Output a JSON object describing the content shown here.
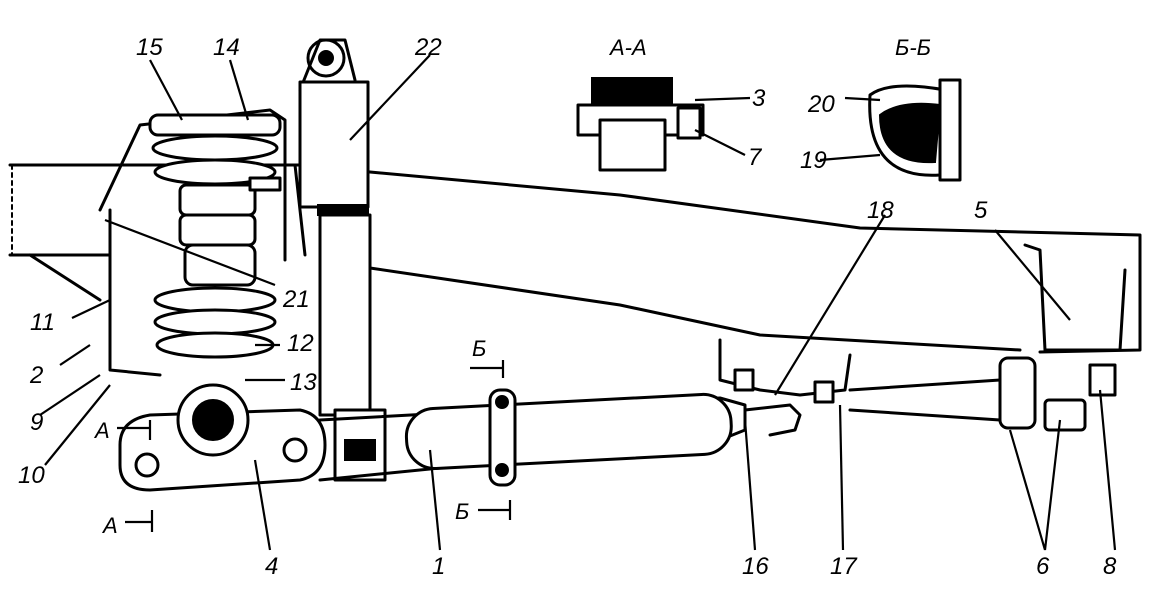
{
  "callouts": {
    "c1": "1",
    "c2": "2",
    "c3": "3",
    "c4": "4",
    "c5": "5",
    "c6": "6",
    "c7": "7",
    "c8": "8",
    "c9": "9",
    "c10": "10",
    "c11": "11",
    "c12": "12",
    "c13": "13",
    "c14": "14",
    "c15": "15",
    "c16": "16",
    "c17": "17",
    "c18": "18",
    "c19": "19",
    "c20": "20",
    "c21": "21",
    "c22": "22"
  },
  "sections": {
    "aa_title": "А-А",
    "bb_title": "Б-Б",
    "a_mark_top": "А",
    "a_mark_bottom": "А",
    "b_mark_top": "Б",
    "b_mark_bottom": "Б"
  }
}
